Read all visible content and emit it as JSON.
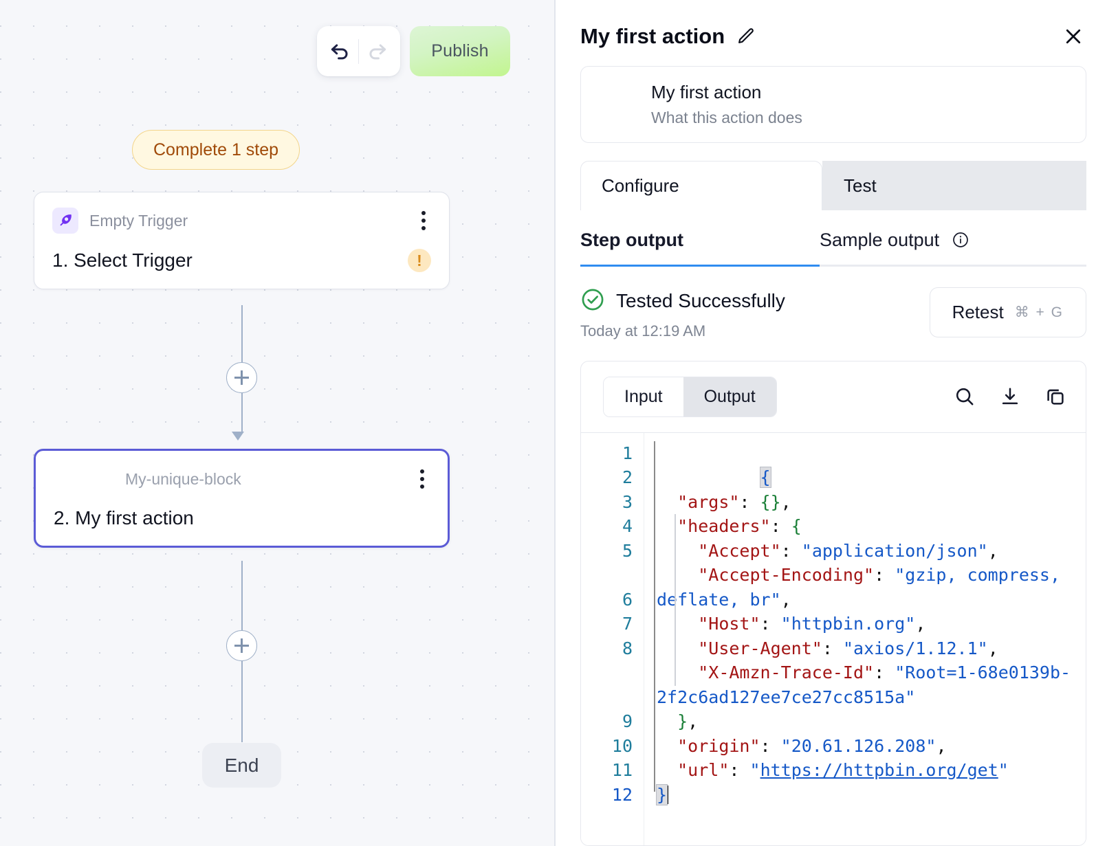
{
  "canvas": {
    "toolbar": {
      "undo_icon": "undo-arrow-icon",
      "redo_icon": "redo-arrow-icon",
      "publish_label": "Publish"
    },
    "complete_pill_label": "Complete 1 step",
    "nodes": [
      {
        "icon": "comet-trigger-icon",
        "subtitle": "Empty Trigger",
        "title": "1. Select Trigger",
        "badge": "!",
        "menu_icon": "kebab-menu-icon"
      },
      {
        "subtitle": "My-unique-block",
        "title": "2. My first action",
        "menu_icon": "kebab-menu-icon"
      }
    ],
    "add_step_label": "+",
    "end_label": "End"
  },
  "panel": {
    "title": "My first action",
    "edit_icon": "pencil-edit-icon",
    "close_icon": "close-x-icon",
    "name_card": {
      "name": "My first action",
      "description": "What this action does"
    },
    "tabs": [
      {
        "label": "Configure",
        "active": true
      },
      {
        "label": "Test",
        "active": false
      }
    ],
    "subtabs": [
      {
        "label": "Step output",
        "active": true
      },
      {
        "label": "Sample output",
        "active": false,
        "info_icon": "info-circle-icon"
      }
    ],
    "status": {
      "check_icon": "check-circle-icon",
      "text": "Tested Successfully",
      "timestamp": "Today at 12:19 AM",
      "status_color": "#2f9e4f"
    },
    "retest": {
      "label": "Retest",
      "shortcut": "⌘ + G"
    },
    "result": {
      "segments": [
        {
          "label": "Input",
          "active": false
        },
        {
          "label": "Output",
          "active": true
        }
      ],
      "tools": [
        {
          "name": "search-icon"
        },
        {
          "name": "download-icon"
        },
        {
          "name": "copy-icon"
        }
      ],
      "line_numbers": [
        "1",
        "2",
        "3",
        "4",
        "5",
        "6",
        "7",
        "8",
        "9",
        "10",
        "11",
        "12"
      ],
      "active_line": 12,
      "json": {
        "args": {},
        "headers": {
          "Accept": "application/json",
          "Accept-Encoding": "gzip, compress, deflate, br",
          "Host": "httpbin.org",
          "User-Agent": "axios/1.12.1",
          "X-Amzn-Trace-Id": "Root=1-68e0139b-2f2c6ad127ee7ce27cc8515a"
        },
        "origin": "20.61.126.208",
        "url": "https://httpbin.org/get"
      }
    }
  },
  "colors": {
    "accent_purple": "#5b5bd6",
    "publish_green": "#c2f58f",
    "warning_amber": "#d98a1a",
    "success_green": "#2f9e4f",
    "subtab_underline": "#2f8cf0"
  }
}
